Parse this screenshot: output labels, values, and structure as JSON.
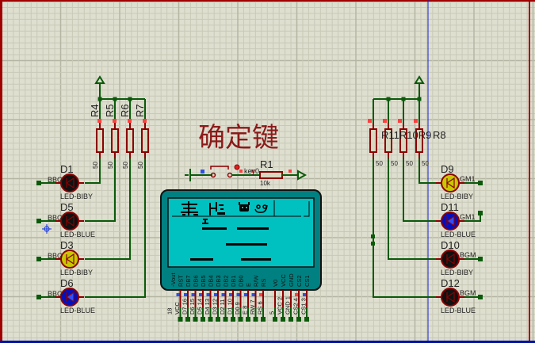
{
  "window": {
    "type": "schematic-editor-canvas"
  },
  "title_text": "确定键",
  "colors": {
    "background": "#dfdfd0",
    "grid_minor": "#c9c9b8",
    "grid_major": "#b8b8a6",
    "wire": "#0a5a0a",
    "component": "#8b0000",
    "lcd_body": "#008080",
    "lcd_screen": "#00c0c0",
    "led_off": "#111111",
    "led_yellow": "#c8c800",
    "led_blue": "#0010c0"
  },
  "left_resistors": [
    {
      "ref": "R4",
      "value": "50"
    },
    {
      "ref": "R5",
      "value": "50"
    },
    {
      "ref": "R6",
      "value": "50"
    },
    {
      "ref": "R7",
      "value": "50"
    }
  ],
  "right_resistors": {
    "refs": "R11R10R9",
    "ref_last": "R8",
    "values": [
      "50",
      "50",
      "50",
      "50"
    ]
  },
  "left_leds": [
    {
      "ref": "D1",
      "pin": "BBG",
      "type": "LED-BIBY",
      "state": "off"
    },
    {
      "ref": "D5",
      "pin": "BBG",
      "type": "LED-BLUE",
      "state": "off"
    },
    {
      "ref": "D3",
      "pin": "BBG",
      "type": "LED-BIBY",
      "state": "yellow"
    },
    {
      "ref": "D6",
      "pin": "BBG",
      "type": "LED-BLUE",
      "state": "blue"
    }
  ],
  "right_leds": [
    {
      "ref": "D9",
      "pin": "GM1",
      "type": "LED-BIBY",
      "state": "yellow"
    },
    {
      "ref": "D11",
      "pin": "GM1",
      "type": "LED-BLUE",
      "state": "blue"
    },
    {
      "ref": "D10",
      "pin": "BGM",
      "type": "LED-BIBY",
      "state": "off"
    },
    {
      "ref": "D12",
      "pin": "BGM",
      "type": "LED-BLUE",
      "state": "off"
    }
  ],
  "button": {
    "label": "key0"
  },
  "r1": {
    "ref": "R1",
    "value": "10k"
  },
  "lcd": {
    "pins_top": [
      "-Vout",
      "RST",
      "DB7",
      "DB6",
      "DB5",
      "DB4",
      "DB3",
      "DB2",
      "DB1",
      "DB0",
      "E",
      "R/W",
      "RS",
      "V0",
      "VCC",
      "GND",
      "CS2",
      "CS1"
    ],
    "pins_bottom": [
      "18",
      "VCC",
      "D7 16",
      "D6 15",
      "D5 14",
      "D4 13",
      "D3 12",
      "D2 11",
      "D1 10",
      "D0 9",
      "E 8",
      "RW 7",
      "RS 6",
      "5",
      "VCC 2",
      "GND 1",
      "CS2 4",
      "CS1 3"
    ]
  }
}
